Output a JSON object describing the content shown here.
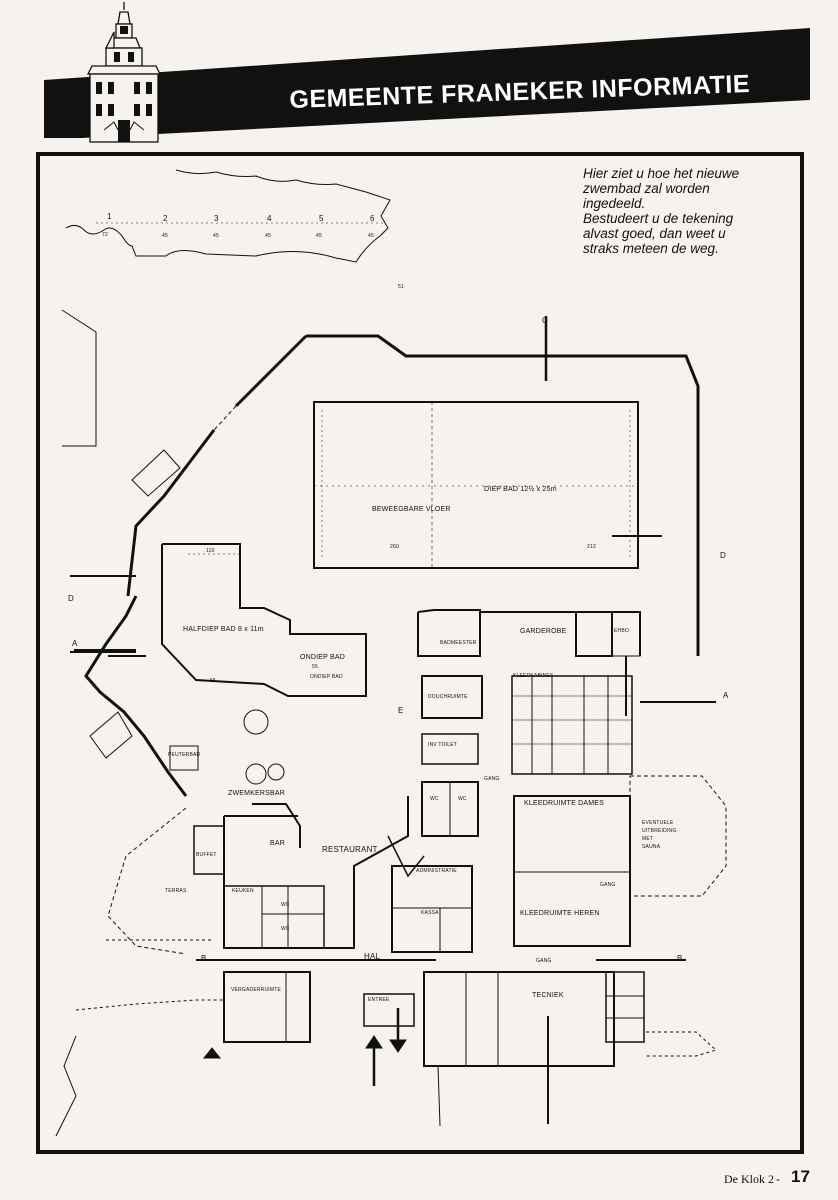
{
  "header": {
    "title": "GEMEENTE FRANEKER INFORMATIE"
  },
  "intro": {
    "lines": [
      "Hier ziet u hoe het nieuwe",
      "zwembad zal worden",
      "ingedeeld.",
      "Bestudeert u de tekening",
      "alvast goed, dan weet u",
      "straks meteen de weg."
    ]
  },
  "plan": {
    "pools": {
      "deep": "DIEP BAD 12½ x 25m",
      "movable_floor": "BEWEEGBARE VLOER",
      "deep_dim_left": "260",
      "deep_dim_right": "212",
      "half_deep": "HALFDIEP BAD 8 x 11m",
      "half_deep_dim": "110",
      "half_deep_dim_b": "55",
      "shallow": "ONDIEP BAD",
      "shallow_dim": "55",
      "shallow_sub": "ONDIEP BAD"
    },
    "grid": {
      "numbers": [
        "1",
        "2",
        "3",
        "4",
        "5",
        "6"
      ],
      "values": [
        "72",
        "45",
        "45",
        "45",
        "45",
        "45"
      ],
      "top_mark": "51"
    },
    "section_marks": {
      "a": "A",
      "b": "B",
      "c": "C",
      "d": "D",
      "e": "E"
    },
    "rooms": {
      "garderobe": "GARDEROBE",
      "badmeester": "BADMEESTER",
      "ehbo": "EHBO",
      "kleedkabines": "KLEEDKABINES",
      "douchruimte": "DOUCHRUIMTE",
      "invtoilet": "INV TOILET",
      "gang": "GANG",
      "wc": "WC",
      "kleedruimte_dames": "KLEEDRUIMTE DAMES",
      "kleedruimte_heren": "KLEEDRUIMTE HEREN",
      "eventuele": [
        "EVENTUELE",
        "UITBREIDING",
        "MET",
        "SAUNA"
      ],
      "administratie": "ADMINISTRATIE",
      "kassa": "KASSA",
      "restaurant": "RESTAURANT",
      "zwemkersbar": "ZWEMKERSBAR",
      "bar": "BAR",
      "buffet": "BUFFET",
      "keuken": "KEUKEN",
      "terras": "TERRAS",
      "peuterbad": "PEUTERBAD",
      "hal": "HAL",
      "vergaderruimte": "VERGADERRUIMTE",
      "entree": "ENTREE",
      "tecniek": "TECNIEK",
      "gang_lower": "GANG"
    }
  },
  "footer": {
    "source": "De Klok 2",
    "separator": "-",
    "page": "17"
  }
}
